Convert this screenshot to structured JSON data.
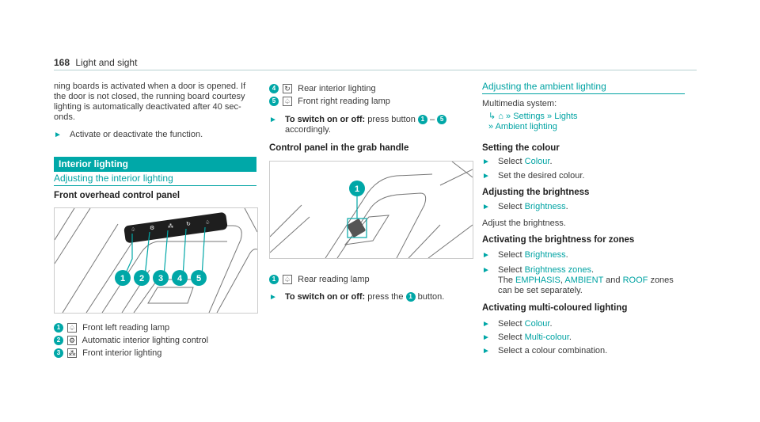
{
  "header": {
    "page_number": "168",
    "section": "Light and sight"
  },
  "col1": {
    "intro": "ning boards is activated when a door is opened. If the door is not closed, the running board courtesy lighting is automatically deactivated after 40 sec-onds.",
    "step1": "Activate or deactivate the function.",
    "section_title": "Interior lighting",
    "subsection": "Adjusting the interior lighting",
    "panel_heading": "Front overhead control panel",
    "callouts": [
      "1",
      "2",
      "3",
      "4",
      "5"
    ],
    "legend": [
      {
        "n": "1",
        "icon": "front-reading-lamp-icon",
        "text": "Front left reading lamp"
      },
      {
        "n": "2",
        "icon": "auto-lighting-icon",
        "text": "Automatic interior lighting control"
      },
      {
        "n": "3",
        "icon": "front-interior-lighting-icon",
        "text": "Front interior lighting"
      }
    ]
  },
  "col2": {
    "legend": [
      {
        "n": "4",
        "icon": "rear-interior-lighting-icon",
        "text": "Rear interior lighting"
      },
      {
        "n": "5",
        "icon": "front-reading-lamp-icon",
        "text": "Front right reading lamp"
      }
    ],
    "step_bold": "To switch on or off:",
    "step_text_a": "press button",
    "step_n1": "1",
    "step_dash": "–",
    "step_n5": "5",
    "step_text_b": "accordingly.",
    "grab_heading": "Control panel in the grab handle",
    "callout": "1",
    "legend2": {
      "n": "1",
      "icon": "rear-reading-lamp-icon",
      "text": "Rear reading lamp"
    },
    "step2_bold": "To switch on or off:",
    "step2_a": "press the",
    "step2_n": "1",
    "step2_b": "button."
  },
  "col3": {
    "title": "Adjusting the ambient lighting",
    "system": "Multimedia system:",
    "path": [
      "Settings",
      "Lights",
      "Ambient lighting"
    ],
    "h_colour": "Setting the colour",
    "s_colour_a": "Select",
    "s_colour_link": "Colour",
    "s_colour_b": "Set the desired colour.",
    "h_bright": "Adjusting the brightness",
    "s_bright_link": "Brightness",
    "s_bright_text": "Adjust the brightness.",
    "h_zones": "Activating the brightness for zones",
    "s_zones_link1": "Brightness",
    "s_zones_link2": "Brightness zones",
    "zones_the": "The",
    "zone1": "EMPHASIS",
    "zone2": "AMBIENT",
    "zones_and": "and",
    "zone3": "ROOF",
    "zones_end": "zones",
    "zones_line2": "can be set separately.",
    "h_multi": "Activating multi-coloured lighting",
    "s_multi_link1": "Colour",
    "s_multi_link2": "Multi-colour",
    "s_multi_text": "Select a colour combination.",
    "select": "Select"
  },
  "colors": {
    "accent": "#00a8a8",
    "text": "#3a3a3a"
  }
}
